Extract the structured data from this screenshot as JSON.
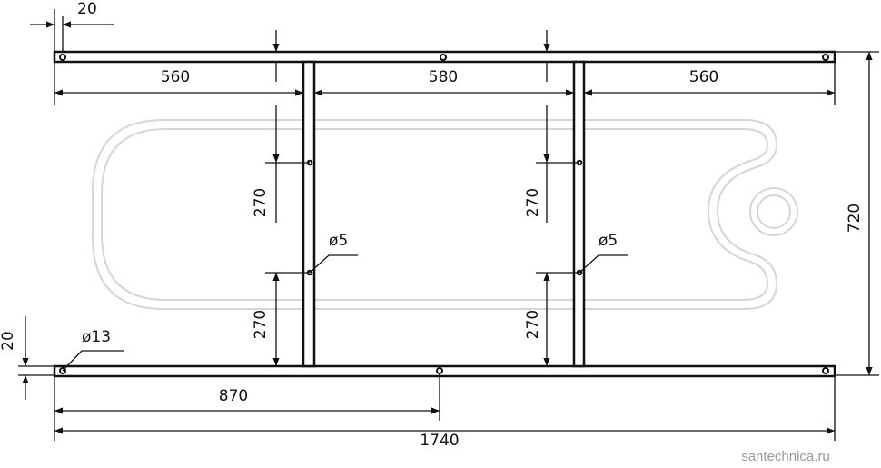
{
  "dimensions": {
    "end_offset": "20",
    "span_left": "560",
    "span_middle": "580",
    "span_right": "560",
    "height_total": "720",
    "rail_thickness": "20",
    "post_upper_left": "270",
    "post_lower_left": "270",
    "post_upper_right": "270",
    "post_lower_right": "270",
    "hole_small_left": "ø5",
    "hole_small_right": "ø5",
    "hole_large": "ø13",
    "center_offset": "870",
    "length_total": "1740"
  },
  "watermark": "santechnica.ru",
  "colors": {
    "line": "#111111",
    "tub_outline": "#d6d6d6",
    "watermark": "#9a9a9a"
  }
}
